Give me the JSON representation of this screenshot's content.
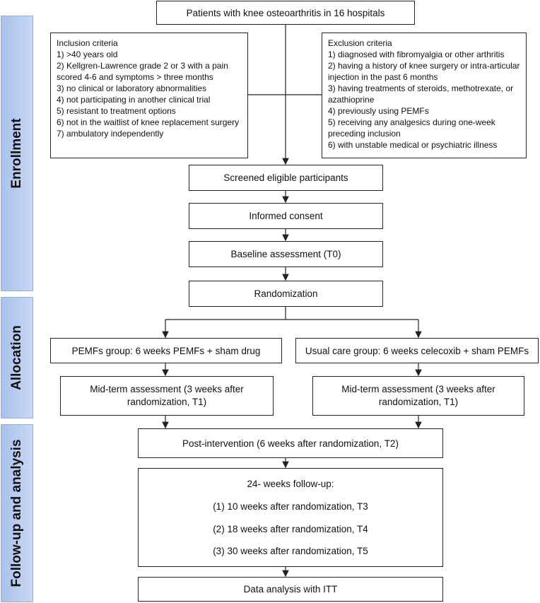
{
  "phases": {
    "enrollment": "Enrollment",
    "allocation": "Allocation",
    "followup": "Follow-up and analysis"
  },
  "boxes": {
    "patients": "Patients with knee osteoarthritis in 16 hospitals",
    "screened": "Screened eligible participants",
    "consent": "Informed consent",
    "baseline": "Baseline assessment (T0)",
    "randomization": "Randomization",
    "pemfs_group": "PEMFs group: 6 weeks PEMFs + sham drug",
    "usual_group": "Usual care group: 6 weeks celecoxib + sham PEMFs",
    "mid_left_1": "Mid-term assessment (3 weeks after",
    "mid_left_2": "randomization, T1)",
    "mid_right_1": "Mid-term assessment (3 weeks after",
    "mid_right_2": "randomization, T1)",
    "post": "Post-intervention (6 weeks after randomization, T2)",
    "followup_title": "24- weeks follow-up:",
    "followup_1": "(1)  10 weeks after randomization, T3",
    "followup_2": "(2)  18 weeks after randomization, T4",
    "followup_3": "(3)  30 weeks after randomization, T5",
    "analysis": "Data analysis with ITT"
  },
  "inclusion": {
    "title": "Inclusion criteria",
    "lines": [
      "1) >40 years old",
      "2) Kellgren-Lawrence grade 2 or 3 with a pain scored 4-6 and symptoms > three months",
      "3) no clinical or laboratory abnormalities",
      "4) not participating in another clinical trial",
      "5) resistant to treatment options",
      "6) not in the waitlist of knee replacement surgery",
      "7) ambulatory independently"
    ]
  },
  "exclusion": {
    "title": "Exclusion criteria",
    "lines": [
      "1) diagnosed with fibromyalgia or other arthritis",
      "2) having a history of knee surgery or intra-articular injection in the past 6 months",
      "3) having treatments of steroids, methotrexate, or azathioprine",
      "4) previously using PEMFs",
      "5) receiving any analgesics during one-week preceding inclusion",
      "6) with unstable medical or psychiatric illness"
    ]
  },
  "colors": {
    "phase_fill": "#b8cdf1",
    "line": "#222222"
  }
}
